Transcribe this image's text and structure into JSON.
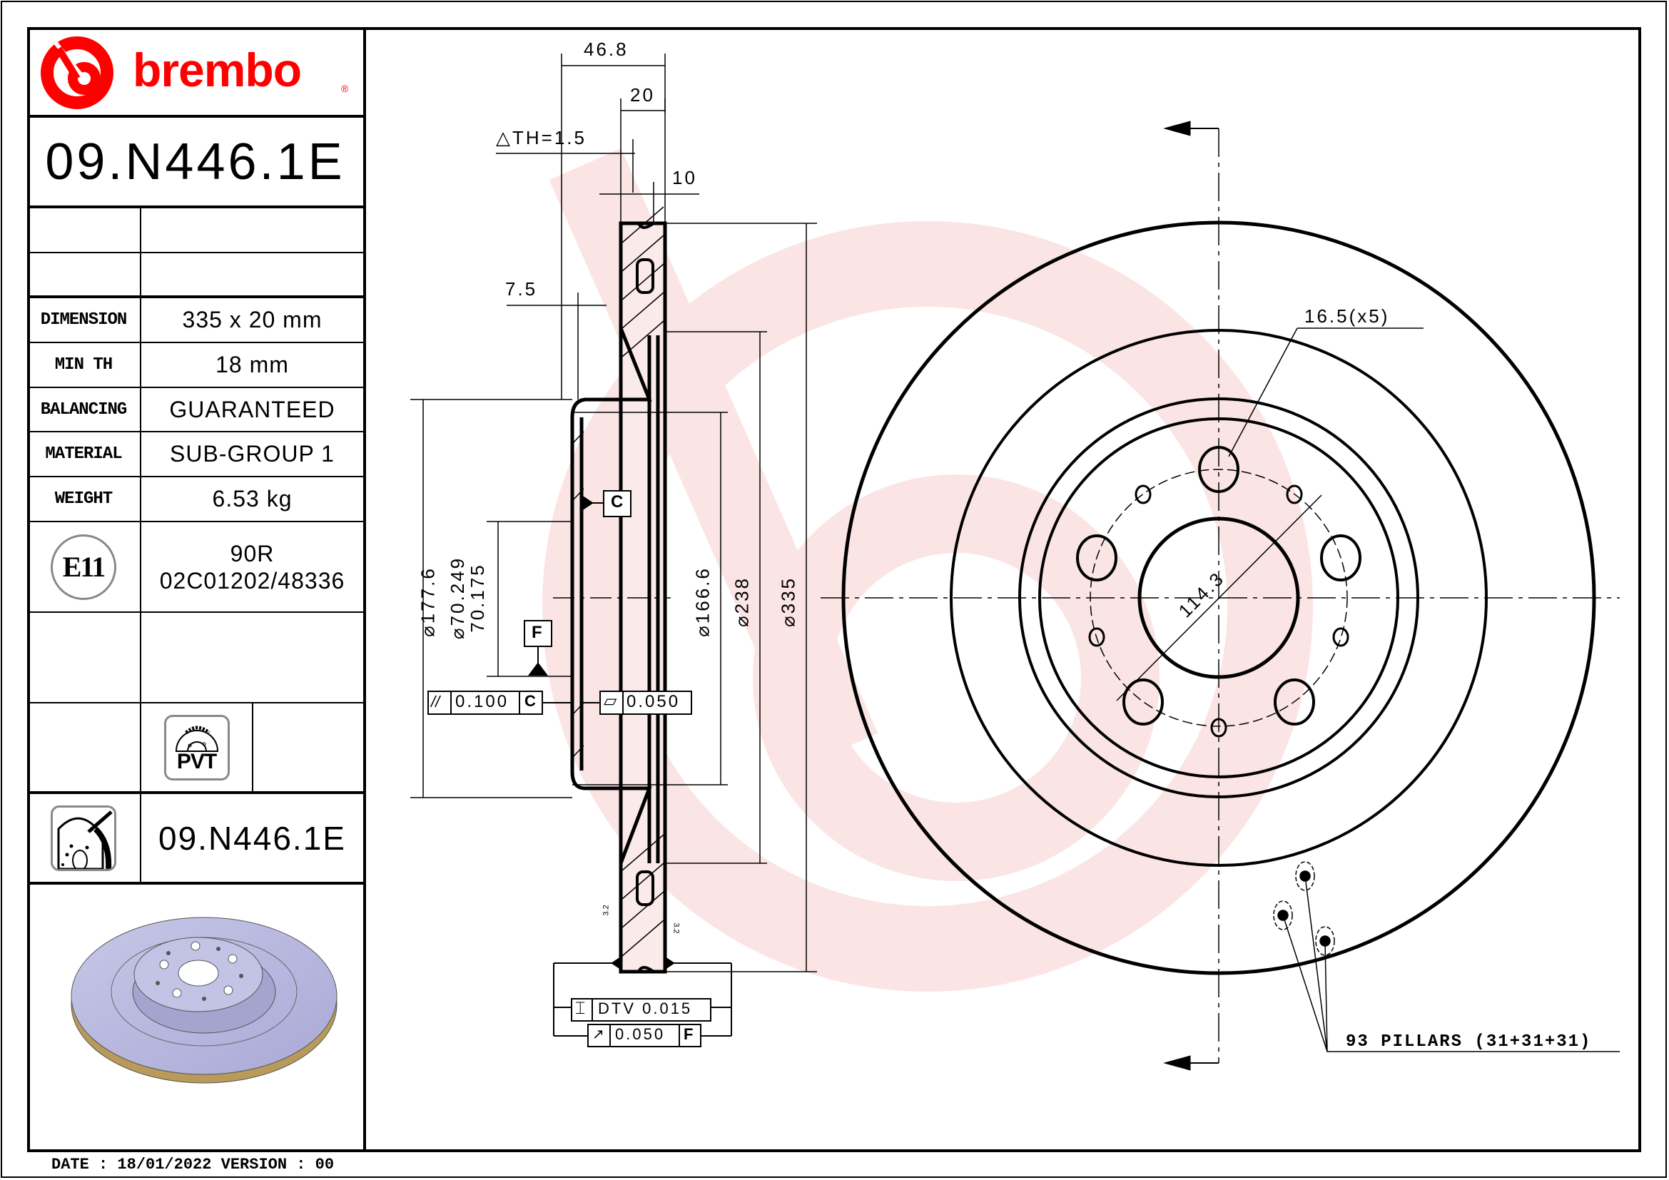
{
  "brand": {
    "name": "brembo",
    "registered_mark": "®",
    "color": "#ff0000",
    "watermark_color": "#fbe6e6"
  },
  "header": {
    "part_number": "09.N446.1E"
  },
  "specs": [
    {
      "label": "DIMENSION",
      "value": "335 x 20 mm"
    },
    {
      "label": "MIN TH",
      "value": "18 mm"
    },
    {
      "label": "BALANCING",
      "value": "GUARANTEED"
    },
    {
      "label": "MATERIAL",
      "value": "SUB-GROUP 1"
    },
    {
      "label": "WEIGHT",
      "value": "6.53 kg"
    }
  ],
  "approval": {
    "mark": "E11",
    "regulation": "90R",
    "number": "02C01202/48336"
  },
  "pvt_badge": {
    "label": "PVT",
    "icon": "vented-disc-icon"
  },
  "painted_part": {
    "icon": "painted-disc-icon",
    "part_number": "09.N446.1E"
  },
  "footer": {
    "date_text": "DATE : 18/01/2022 VERSION : 00"
  },
  "section_view": {
    "dim_overall_width": "46.8",
    "dim_thickness": "20",
    "dim_delta_th": "△TH=1.5",
    "dim_half_thickness": "10",
    "dim_hat_offset": "7.5",
    "dia_hat": "177.6",
    "dia_bore_max": "70.249",
    "dia_bore_min": "70.175",
    "dia_inner_friction": "166.6",
    "dia_238": "238",
    "dia_outer": "335",
    "datum_c": "C",
    "datum_f": "F",
    "parallelism": {
      "symbol": "//",
      "value": "0.100",
      "datum": "C"
    },
    "flatness": {
      "symbol": "▱",
      "value": "0.050"
    },
    "dtv": {
      "symbol": "⌶",
      "value": "DTV 0.015"
    },
    "runout": {
      "symbol": "↗",
      "value": "0.050",
      "datum": "F"
    },
    "roughness_left": "3.2",
    "roughness_right": "3.2"
  },
  "front_view": {
    "bolt_hole_callout": "16.5(x5)",
    "pcd": "114.3",
    "pillars_callout": "93 PILLARS (31+31+31)"
  }
}
